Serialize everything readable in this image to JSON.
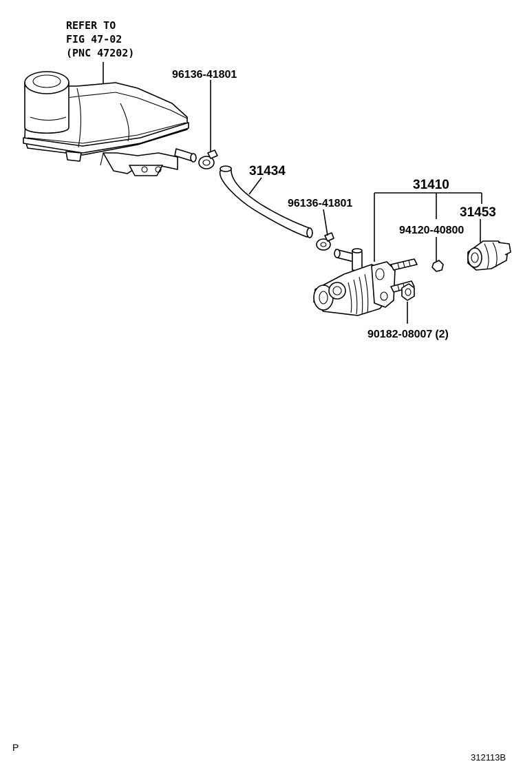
{
  "refer_note": {
    "line1": "REFER TO",
    "line2": "FIG 47-02",
    "line3": "(PNC 47202)"
  },
  "callouts": {
    "clip_upper": "96136-41801",
    "hose": "31434",
    "cylinder_assy": "31410",
    "clip_lower": "96136-41801",
    "boot": "31453",
    "bleeder": "94120-40800",
    "nut": "90182-08007",
    "nut_qty": "(2)"
  },
  "footer": {
    "left": "P",
    "right": "312113B"
  }
}
